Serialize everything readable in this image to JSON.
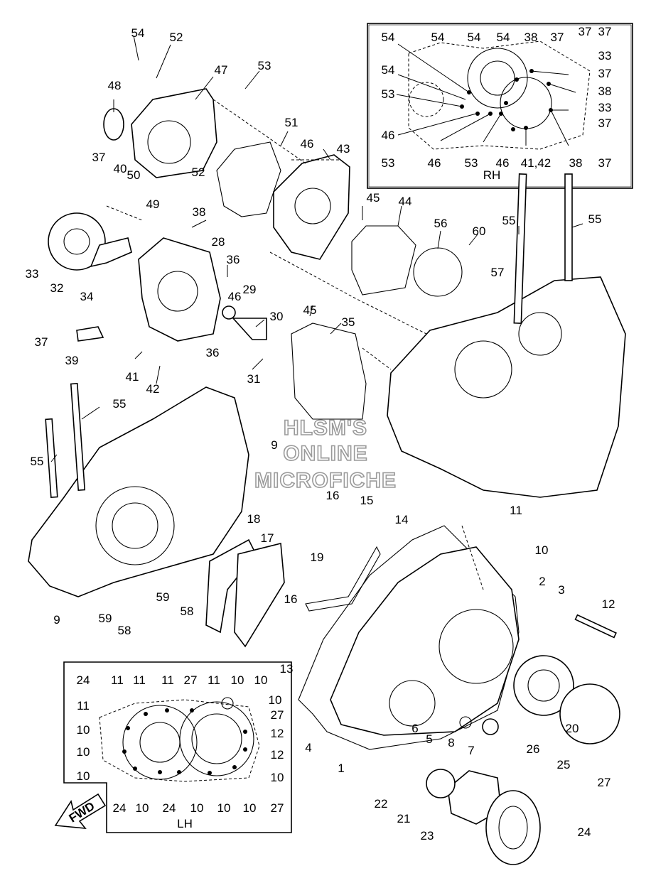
{
  "watermark": {
    "line1": "HLSM'S",
    "line2": "ONLINE",
    "line3": "MICROFICHE"
  },
  "inset_rh": {
    "label": "RH"
  },
  "inset_lh": {
    "label": "LH"
  },
  "fwd_label": "FWD",
  "callouts": [
    "54",
    "52",
    "47",
    "53",
    "48",
    "51",
    "46",
    "43",
    "37",
    "40",
    "50",
    "49",
    "52",
    "45",
    "44",
    "38",
    "28",
    "56",
    "60",
    "55",
    "55",
    "33",
    "32",
    "34",
    "36",
    "46",
    "57",
    "29",
    "45",
    "30",
    "37",
    "39",
    "35",
    "36",
    "41",
    "42",
    "31",
    "55",
    "55",
    "9",
    "18",
    "16",
    "15",
    "14",
    "11",
    "10",
    "17",
    "19",
    "2",
    "3",
    "59",
    "58",
    "16",
    "59",
    "58",
    "9",
    "12",
    "13",
    "4",
    "6",
    "5",
    "8",
    "7",
    "26",
    "1",
    "25",
    "27",
    "22",
    "20",
    "21",
    "23",
    "24"
  ],
  "rh_callouts": [
    "54",
    "54",
    "54",
    "54",
    "38",
    "37",
    "37",
    "37",
    "54",
    "33",
    "37",
    "53",
    "38",
    "33",
    "46",
    "37",
    "53",
    "46",
    "53",
    "46",
    "41,42",
    "38",
    "37"
  ],
  "lh_callouts": [
    "24",
    "11",
    "11",
    "11",
    "27",
    "11",
    "10",
    "10",
    "10",
    "11",
    "27",
    "10",
    "12",
    "10",
    "12",
    "10",
    "10",
    "24",
    "10",
    "24",
    "10",
    "10",
    "10",
    "27"
  ]
}
